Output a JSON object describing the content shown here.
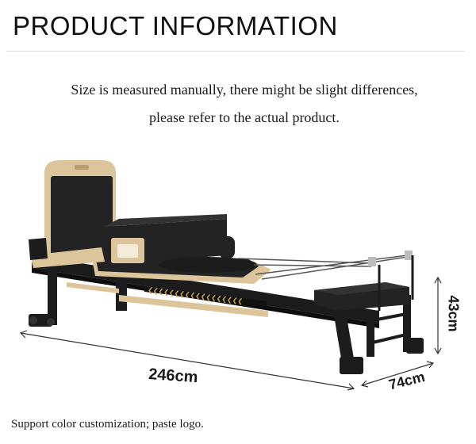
{
  "header": {
    "title": "PRODUCT INFORMATION"
  },
  "notice": {
    "line1": "Size is measured manually, there might be slight differences,",
    "line2": "please refer to the actual product."
  },
  "dimensions": {
    "length": "246cm",
    "width": "74cm",
    "height": "43cm"
  },
  "footer": {
    "text": "Support color customization; paste logo."
  },
  "colors": {
    "frame": "#1c1c1c",
    "wood": "#dcc59a",
    "upholstery": "#232323",
    "accent_arrows": "#c9a44a"
  }
}
